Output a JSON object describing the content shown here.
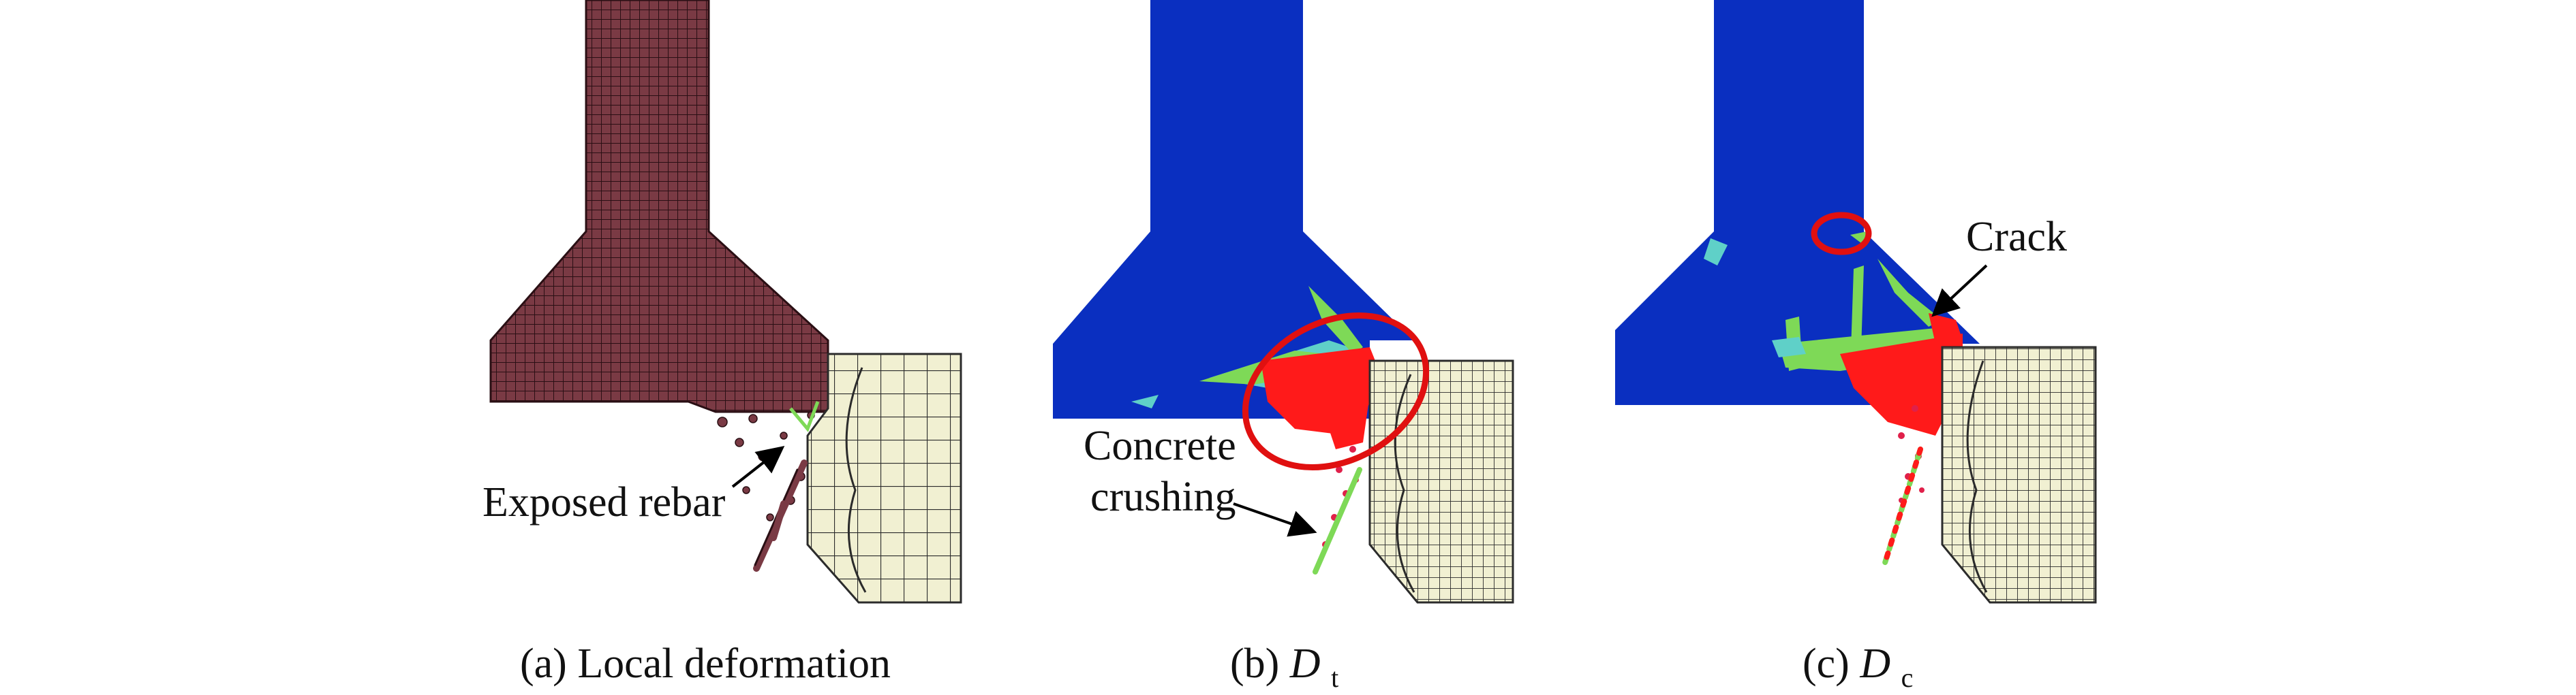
{
  "panels": [
    {
      "id": "a",
      "caption": "(a) Local deformation",
      "caption_letter": "(a)",
      "caption_text": "Local deformation"
    },
    {
      "id": "b",
      "caption_letter": "(b)",
      "caption_symbol": "D",
      "caption_subscript": "t"
    },
    {
      "id": "c",
      "caption_letter": "(c)",
      "caption_symbol": "D",
      "caption_subscript": "c"
    }
  ],
  "annotations": {
    "exposed_rebar": "Exposed rebar",
    "concrete_crushing_line1": "Concrete",
    "concrete_crushing_line2": "crushing",
    "crack": "Crack"
  },
  "colors": {
    "deformed_mesh": "#7a3a44",
    "mesh_line": "#2a0f14",
    "damage_low": "#0a2fc0",
    "damage_mid_cyan": "#5fd0c8",
    "damage_mid_green": "#7ed957",
    "damage_high": "#ff1a1a",
    "support_fill": "#f1f0d2",
    "support_line": "#2b2b2b",
    "highlight_circle": "#e01010",
    "arrow": "#000000"
  }
}
